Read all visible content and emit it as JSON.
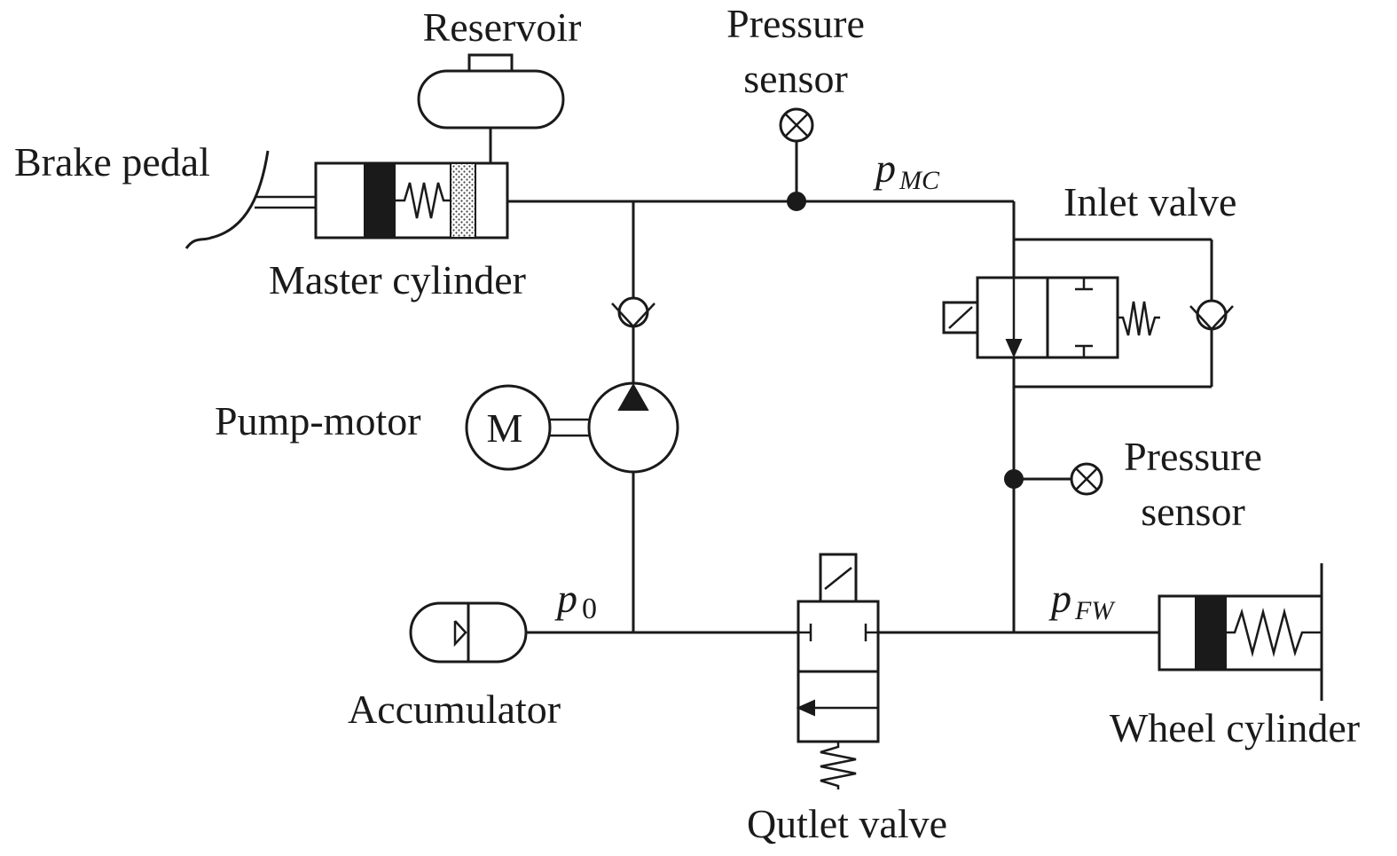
{
  "labels": {
    "reservoir": "Reservoir",
    "pressure_sensor_top": [
      "Pressure",
      "sensor"
    ],
    "brake_pedal": "Brake pedal",
    "master_cylinder": "Master cylinder",
    "inlet_valve": "Inlet valve",
    "pump_motor": "Pump-motor",
    "motor_symbol": "M",
    "pressure_sensor_right": [
      "Pressure",
      "sensor"
    ],
    "accumulator": "Accumulator",
    "wheel_cylinder": "Wheel cylinder",
    "outlet_valve": "Qutlet valve"
  },
  "pressures": {
    "master": {
      "symbol": "p",
      "subscript": "MC"
    },
    "accumulator": {
      "symbol": "p",
      "subscript": "0"
    },
    "wheel": {
      "symbol": "p",
      "subscript": "FW"
    }
  }
}
